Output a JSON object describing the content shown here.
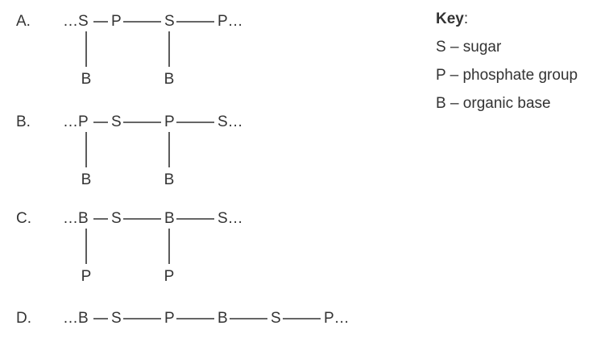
{
  "options": [
    {
      "label": "A.",
      "chain": [
        "…S",
        "P",
        "S",
        "P…"
      ],
      "branches": [
        {
          "at": 0,
          "text": "B"
        },
        {
          "at": 2,
          "text": "B"
        }
      ]
    },
    {
      "label": "B.",
      "chain": [
        "…P",
        "S",
        "P",
        "S…"
      ],
      "branches": [
        {
          "at": 0,
          "text": "B"
        },
        {
          "at": 2,
          "text": "B"
        }
      ]
    },
    {
      "label": "C.",
      "chain": [
        "…B",
        "S",
        "B",
        "S…"
      ],
      "branches": [
        {
          "at": 0,
          "text": "P"
        },
        {
          "at": 2,
          "text": "P"
        }
      ]
    },
    {
      "label": "D.",
      "chain": [
        "…B",
        "S",
        "P",
        "B",
        "S",
        "P…"
      ],
      "branches": []
    }
  ],
  "key": {
    "title": "Key",
    "colon": ":",
    "items": [
      "S – sugar",
      "P – phosphate group",
      "B – organic base"
    ]
  },
  "colors": {
    "ink": "#333333",
    "background": "#ffffff"
  }
}
